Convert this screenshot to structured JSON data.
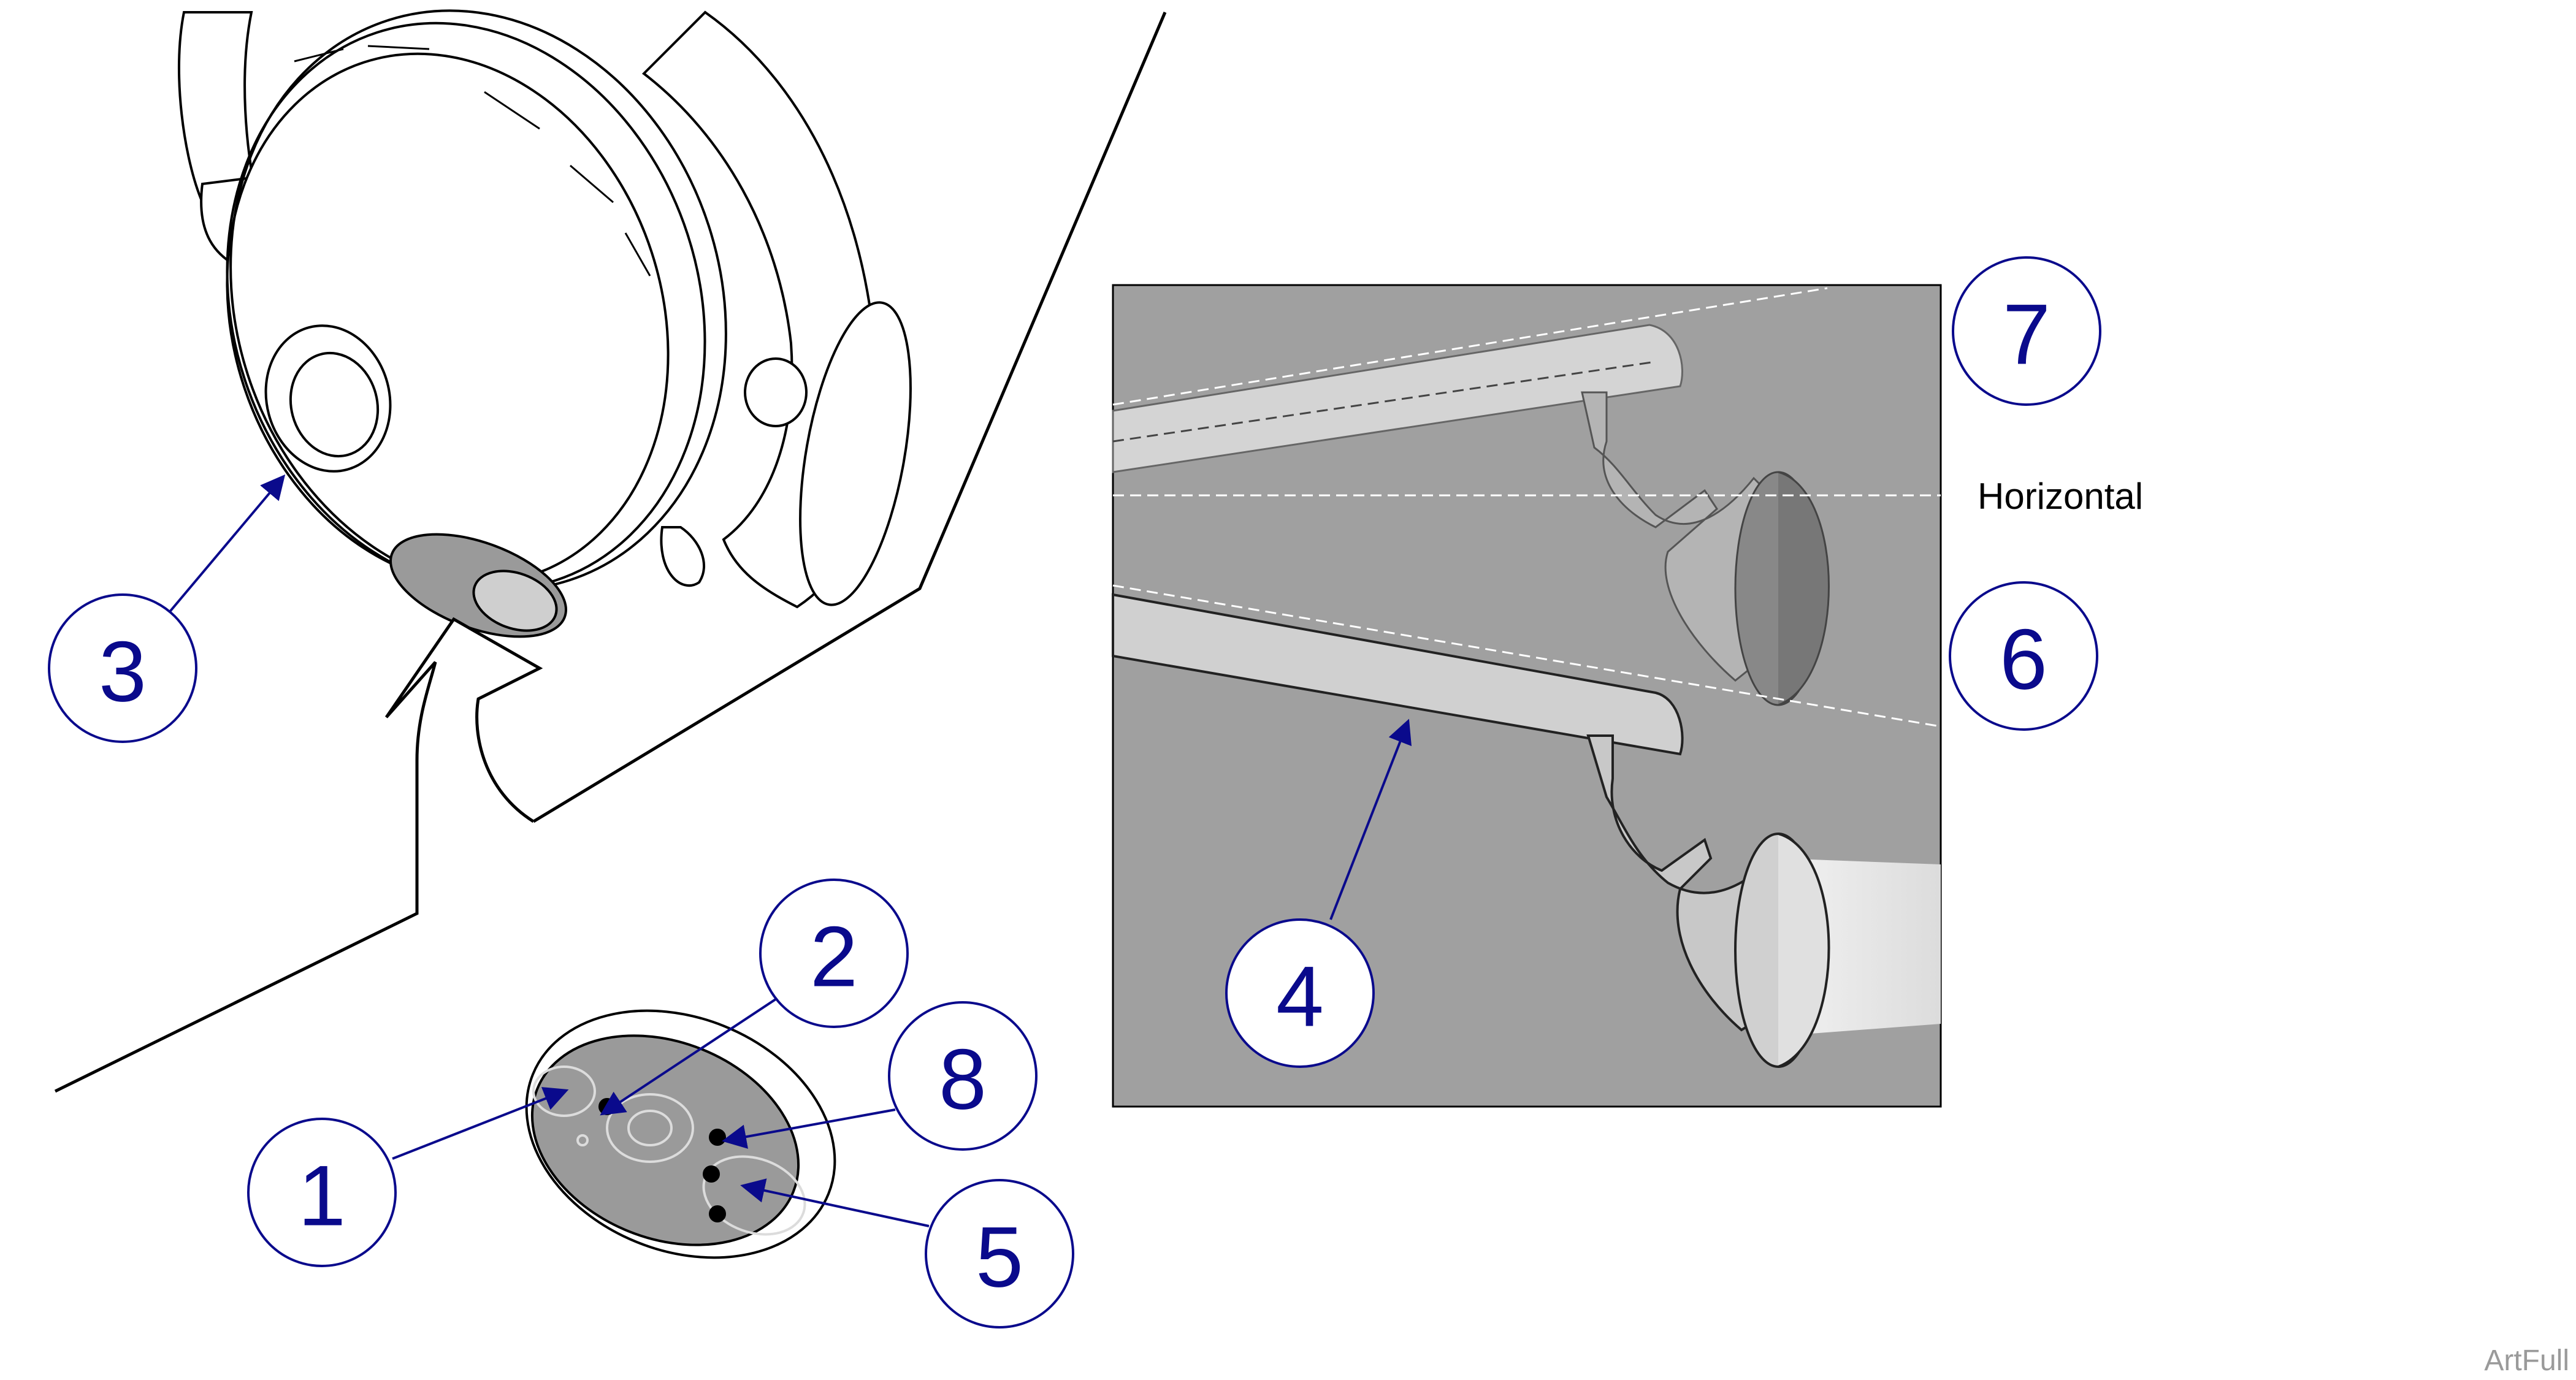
{
  "callouts": {
    "c1": "1",
    "c2": "2",
    "c3": "3",
    "c4": "4",
    "c5": "5",
    "c6": "6",
    "c7": "7",
    "c8": "8"
  },
  "inset_label": "Horizontal",
  "watermark": "ArtFull",
  "colors": {
    "callout": "#0a0a8c",
    "inset_background": "#a0a0a0",
    "line_art": "#000000"
  }
}
